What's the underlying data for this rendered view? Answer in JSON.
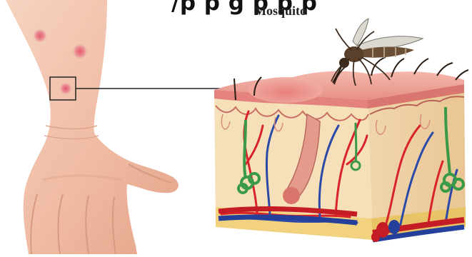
{
  "header": {
    "partial_text": "/p p g p p p"
  },
  "labels": {
    "mosquito": "Mosquito"
  },
  "icons": {
    "hand": "hand-illustration",
    "skin": "skin-cross-section-illustration",
    "insect": "mosquito-icon"
  },
  "colors": {
    "skin_light": "#f3c8b4",
    "skin_mid": "#e9a58f",
    "bite_mark": "#e67f8c",
    "epidermis": "#ef9f98",
    "dermis": "#f6dfb7",
    "fat_layer": "#f2d68a",
    "artery": "#d9232b",
    "vein": "#2b4aa8",
    "gland": "#3a9a48",
    "mosquito_body": "#6b4e36"
  }
}
